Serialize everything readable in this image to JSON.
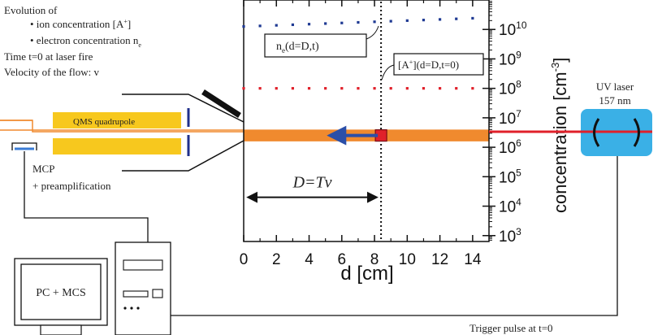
{
  "legend": {
    "heading": "Evolution of",
    "bullet1": "• ion concentration [A",
    "bullet1_sup": "+",
    "bullet1_end": "]",
    "bullet2": "• electron concentration n",
    "bullet2_sub": "e",
    "time_note": "Time t=0 at laser fire",
    "velocity_note": "Velocity of the flow: v"
  },
  "apparatus": {
    "qms_label": "QMS quadrupole",
    "mcp_label": "MCP",
    "preamp_label": "+ preamplification",
    "laser_label_1": "UV laser",
    "laser_label_2": "157 nm",
    "pc_label": "PC + MCS",
    "trigger_label": "Trigger pulse at t=0"
  },
  "annotations": {
    "ne_label_main": "n",
    "ne_label_sub": "e",
    "ne_label_rest": "(d=D,t)",
    "ion_label_main": "[A",
    "ion_label_sup": "+",
    "ion_label_rest": "](d=D,t=0)",
    "distance_label": "D=Tv"
  },
  "colors": {
    "flow": "#F08A2E",
    "quadrupole": "#F7C81E",
    "laser_box": "#3AB0E6",
    "laser_beam": "#E0202A",
    "ne_dots": "#1F3A93",
    "ion_dots": "#E0202A",
    "arrow": "#2B4FA8"
  },
  "chart_data": {
    "type": "scatter",
    "xlabel": "d [cm]",
    "ylabel": "concentration [cm",
    "ylabel_sup": "-3",
    "ylabel_end": "]",
    "xlim": [
      0,
      15
    ],
    "ylim_log10": [
      2.8,
      11
    ],
    "x_ticks": [
      0,
      2,
      4,
      6,
      8,
      10,
      12,
      14
    ],
    "y_ticks": [
      {
        "exp": 3,
        "label": "10",
        "sup": "3"
      },
      {
        "exp": 4,
        "label": "10",
        "sup": "4"
      },
      {
        "exp": 5,
        "label": "10",
        "sup": "5"
      },
      {
        "exp": 6,
        "label": "10",
        "sup": "6"
      },
      {
        "exp": 7,
        "label": "10",
        "sup": "7"
      },
      {
        "exp": 8,
        "label": "10",
        "sup": "8"
      },
      {
        "exp": 9,
        "label": "10",
        "sup": "9"
      },
      {
        "exp": 10,
        "label": "10",
        "sup": "10"
      }
    ],
    "series": [
      {
        "x": [
          0,
          1,
          2,
          3,
          4,
          5,
          6,
          7,
          8,
          9,
          10,
          11,
          12,
          13,
          14
        ],
        "y_log10": [
          10.1,
          10.12,
          10.14,
          10.16,
          10.18,
          10.2,
          10.22,
          10.24,
          10.26,
          10.28,
          10.3,
          10.32,
          10.34,
          10.36,
          10.38
        ]
      },
      {
        "x": [
          0,
          1,
          2,
          3,
          4,
          5,
          6,
          7,
          8,
          9,
          10,
          11,
          12,
          13,
          14
        ],
        "y_log10": [
          8.0,
          8.0,
          8.0,
          8.0,
          8.0,
          8.0,
          8.0,
          8.0,
          8.0,
          8.0,
          8.0,
          8.0,
          8.0,
          8.0,
          8.0
        ]
      }
    ],
    "flow_band_log10": [
      6.2,
      6.6
    ],
    "dashed_line_x": 8.4,
    "ion_packet_x": 8.4,
    "distance_arrow_x": [
      0,
      8.4
    ]
  }
}
